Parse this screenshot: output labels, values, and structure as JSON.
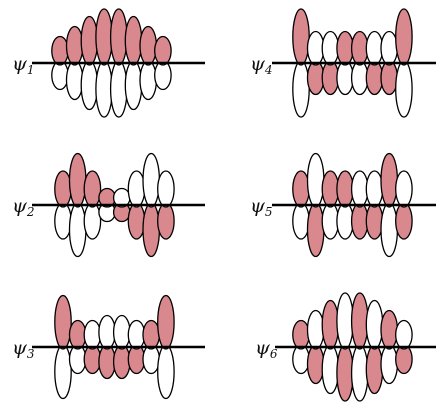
{
  "colors": {
    "filled": "#D9888E",
    "empty": "#FFFFFF",
    "outline": "#000000"
  },
  "orbitals": [
    {
      "symbol": "ψ",
      "index": "1",
      "coefficients": [
        -0.45,
        -0.65,
        -0.85,
        -1.0,
        -1.0,
        -0.85,
        -0.65,
        -0.45
      ]
    },
    {
      "symbol": "ψ",
      "index": "2",
      "coefficients": [
        -0.6,
        -0.95,
        -0.6,
        -0.25,
        0.25,
        0.6,
        0.95,
        0.6
      ]
    },
    {
      "symbol": "ψ",
      "index": "3",
      "coefficients": [
        -0.95,
        -0.45,
        0.45,
        0.55,
        0.55,
        0.45,
        -0.45,
        -0.95
      ]
    },
    {
      "symbol": "ψ",
      "index": "4",
      "coefficients": [
        -1.0,
        0.55,
        0.55,
        -0.55,
        -0.55,
        0.55,
        0.55,
        -1.0
      ]
    },
    {
      "symbol": "ψ",
      "index": "5",
      "coefficients": [
        -0.6,
        0.95,
        -0.6,
        -0.6,
        0.6,
        0.6,
        -0.95,
        0.6
      ]
    },
    {
      "symbol": "ψ",
      "index": "6",
      "coefficients": [
        -0.45,
        0.65,
        -0.85,
        1.0,
        -1.0,
        0.85,
        -0.65,
        0.45
      ]
    }
  ]
}
